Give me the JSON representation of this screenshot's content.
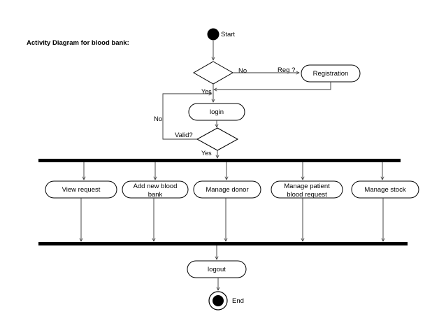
{
  "title": "Activity Diagram for blood bank:",
  "nodes": {
    "start": "Start",
    "end": "End",
    "registration": "Registration",
    "login": "login",
    "logout": "logout",
    "view_request": "View request",
    "add_new_blood_bank": [
      "Add new blood",
      "bank"
    ],
    "manage_donor": "Manage donor",
    "manage_patient_blood_request": [
      "Manage patient",
      "blood request"
    ],
    "manage_stock": "Manage stock"
  },
  "decisions": {
    "reg_question": "Reg ?",
    "valid_question": "Valid?"
  },
  "edge_labels": {
    "reg_no": "No",
    "reg_yes": "Yes",
    "valid_no": "No",
    "valid_yes": "Yes"
  }
}
